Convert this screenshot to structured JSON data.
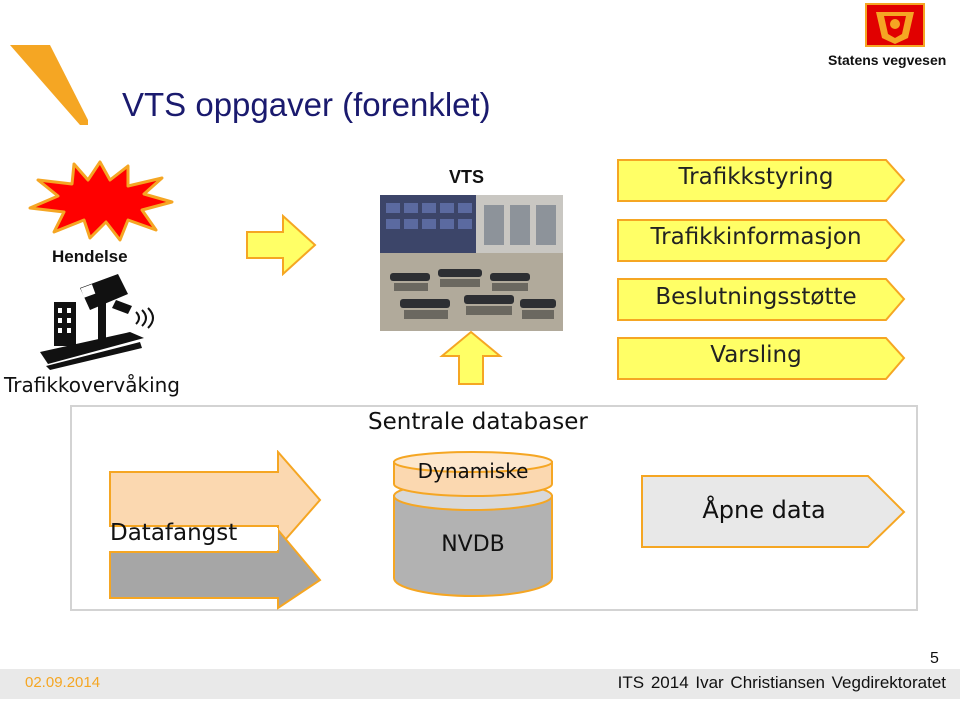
{
  "title": "VTS oppgaver (forenklet)",
  "logo": {
    "text": "Statens vegvesen"
  },
  "vts": {
    "label": "VTS"
  },
  "inputs": {
    "hendelse": "Hendelse",
    "trafikkovervaking": "Trafikkovervåking"
  },
  "outputs": [
    {
      "label": "Trafikkstyring"
    },
    {
      "label": "Trafikkinformasjon"
    },
    {
      "label": "Beslutningsstøtte"
    },
    {
      "label": "Varsling"
    }
  ],
  "bottom": {
    "sentrale_databaser": "Sentrale databaser",
    "datafangst": "Datafangst",
    "database_top": "Dynamiske",
    "database_bottom": "NVDB",
    "apne_data": "Åpne data"
  },
  "footer": {
    "date": "02.09.2014",
    "right": "ITS 2014   Ivar Christiansen  Vegdirektoratet",
    "page": "5"
  },
  "colors": {
    "arrow_yellow": "#ffff66",
    "arrow_orange_border": "#f5a623",
    "accent_orange": "#f5a623",
    "star_red": "#ff0000",
    "title_blue": "#1a1a6e"
  }
}
